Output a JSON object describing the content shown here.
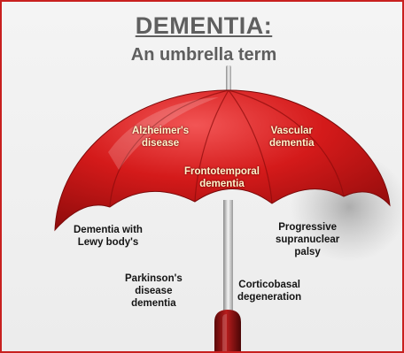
{
  "title": {
    "main": "DEMENTIA:",
    "sub": "An umbrella term"
  },
  "colors": {
    "canopy": "#d41a1a",
    "canopy_dark": "#8e0b0b",
    "canopy_light": "#f05050",
    "border": "#c8201f",
    "handle": "#7a0d0d",
    "title_text": "#5f5f5f"
  },
  "labels": {
    "alzheimers": [
      "Alzheimer's",
      "disease"
    ],
    "vascular": [
      "Vascular",
      "dementia"
    ],
    "frontotemporal": [
      "Frontotemporal",
      "dementia"
    ],
    "lewy": [
      "Dementia with",
      "Lewy body's"
    ],
    "psp": [
      "Progressive",
      "supranuclear",
      "palsy"
    ],
    "parkinsons": [
      "Parkinson's",
      "disease",
      "dementia"
    ],
    "corticobasal": [
      "Corticobasal",
      "degeneration"
    ]
  }
}
